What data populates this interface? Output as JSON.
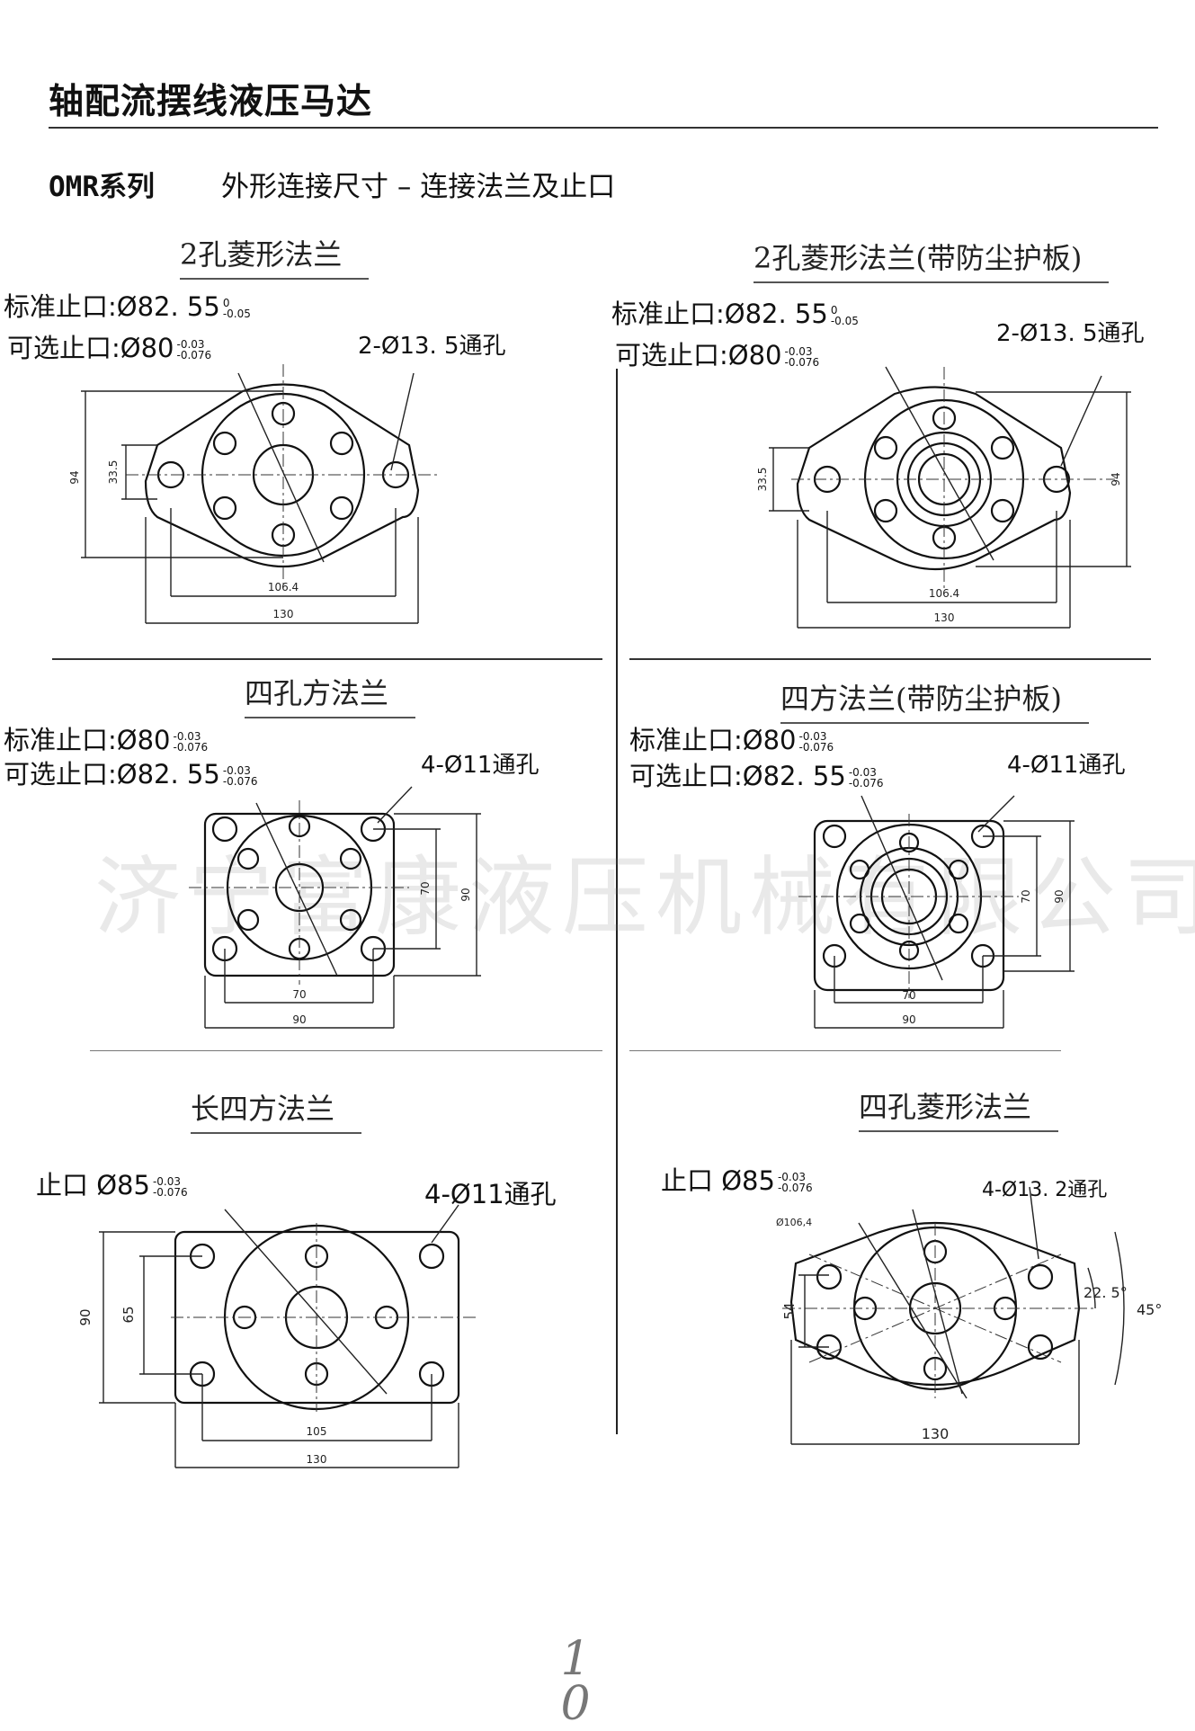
{
  "header": {
    "title": "轴配流摆线液压马达",
    "series": "OMR系列",
    "description": "外形连接尺寸 – 连接法兰及止口"
  },
  "watermark": "济宁富康液压机械有限公司",
  "page_number": [
    "1",
    "0"
  ],
  "panels": [
    {
      "title": "2孔菱形法兰",
      "specs": [
        {
          "label": "标准止口:Ø82. 55",
          "tol_upper": "0",
          "tol_lower": "-0.05"
        },
        {
          "label": "可选止口:Ø80",
          "tol_upper": "-0.03",
          "tol_lower": "-0.076"
        }
      ],
      "holes": "2-Ø13. 5通孔",
      "dims": [
        "94",
        "33.5",
        "106.4",
        "130"
      ]
    },
    {
      "title": "2孔菱形法兰(带防尘护板)",
      "specs": [
        {
          "label": "标准止口:Ø82. 55",
          "tol_upper": "0",
          "tol_lower": "-0.05"
        },
        {
          "label": "可选止口:Ø80",
          "tol_upper": "-0.03",
          "tol_lower": "-0.076"
        }
      ],
      "holes": "2-Ø13. 5通孔",
      "dims": [
        "33.5",
        "94",
        "106.4",
        "130"
      ]
    },
    {
      "title": "四孔方法兰",
      "specs": [
        {
          "label": "标准止口:Ø80",
          "tol_upper": "-0.03",
          "tol_lower": "-0.076"
        },
        {
          "label": "可选止口:Ø82. 55",
          "tol_upper": "-0.03",
          "tol_lower": "-0.076"
        }
      ],
      "holes": "4-Ø11通孔",
      "dims": [
        "70",
        "90",
        "70",
        "90"
      ]
    },
    {
      "title": "四方法兰(带防尘护板)",
      "specs": [
        {
          "label": "标准止口:Ø80",
          "tol_upper": "-0.03",
          "tol_lower": "-0.076"
        },
        {
          "label": "可选止口:Ø82. 55",
          "tol_upper": "-0.03",
          "tol_lower": "-0.076"
        }
      ],
      "holes": "4-Ø11通孔",
      "dims": [
        "70",
        "90",
        "70",
        "90"
      ]
    },
    {
      "title": "长四方法兰",
      "specs": [
        {
          "label": "止口 Ø85",
          "tol_upper": "-0.03",
          "tol_lower": "-0.076"
        }
      ],
      "holes": "4-Ø11通孔",
      "dims": [
        "90",
        "65",
        "105",
        "130"
      ]
    },
    {
      "title": "四孔菱形法兰",
      "specs": [
        {
          "label": "止口 Ø85",
          "tol_upper": "-0.03",
          "tol_lower": "-0.076"
        }
      ],
      "holes": "4-Ø13. 2通孔",
      "dims": [
        "54",
        "130",
        "Ø106,4",
        "22. 5°",
        "45°"
      ]
    }
  ]
}
